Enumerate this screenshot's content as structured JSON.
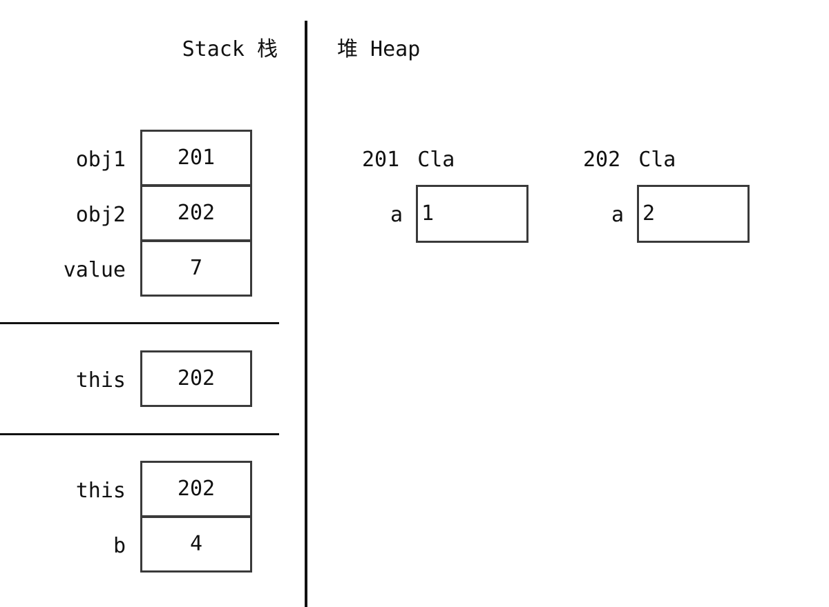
{
  "stack": {
    "title": "Stack 栈",
    "frames": [
      {
        "vars": [
          {
            "name": "obj1",
            "value": "201"
          },
          {
            "name": "obj2",
            "value": "202"
          },
          {
            "name": "value",
            "value": "7"
          }
        ]
      },
      {
        "vars": [
          {
            "name": "this",
            "value": "202"
          }
        ]
      },
      {
        "vars": [
          {
            "name": "this",
            "value": "202"
          },
          {
            "name": "b",
            "value": "4"
          }
        ]
      }
    ]
  },
  "heap": {
    "title": "堆 Heap",
    "objects": [
      {
        "address": "201",
        "class": "Cla",
        "field": {
          "name": "a",
          "value": "1"
        }
      },
      {
        "address": "202",
        "class": "Cla",
        "field": {
          "name": "a",
          "value": "2"
        }
      }
    ]
  }
}
